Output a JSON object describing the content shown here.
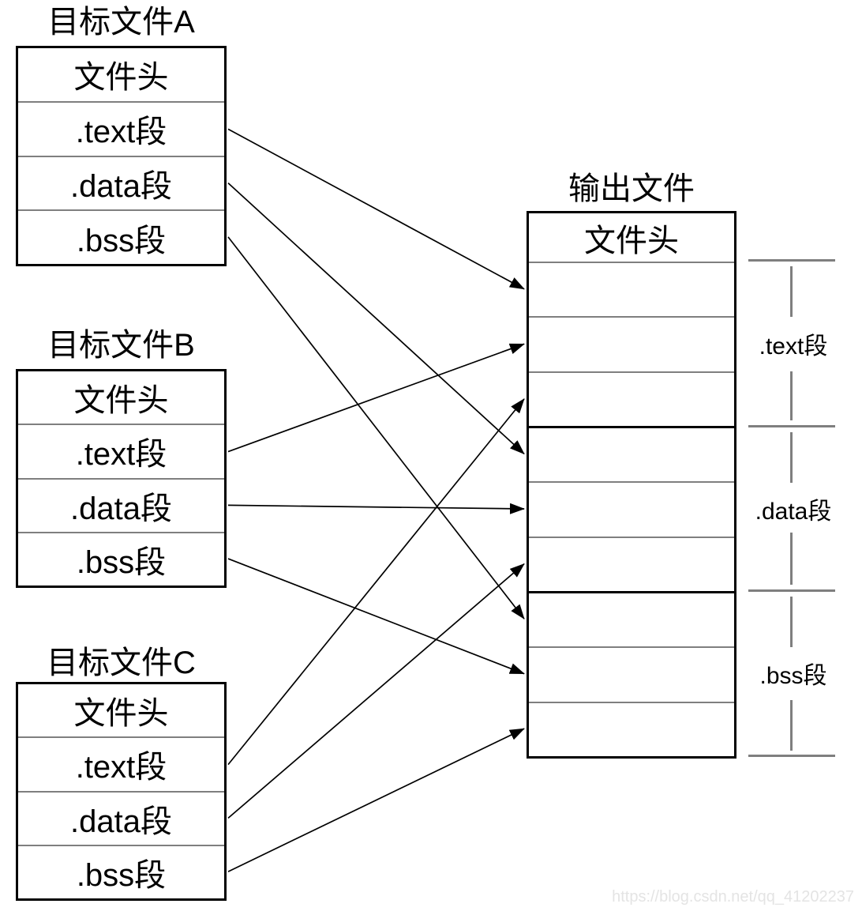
{
  "object_files": [
    {
      "title": "目标文件A",
      "header": "文件头",
      "sections": [
        ".text段",
        ".data段",
        ".bss段"
      ]
    },
    {
      "title": "目标文件B",
      "header": "文件头",
      "sections": [
        ".text段",
        ".data段",
        ".bss段"
      ]
    },
    {
      "title": "目标文件C",
      "header": "文件头",
      "sections": [
        ".text段",
        ".data段",
        ".bss段"
      ]
    }
  ],
  "output_file": {
    "title": "输出文件",
    "header": "文件头",
    "empty_row_count": 9,
    "group_row_breaks": [
      3,
      6
    ]
  },
  "segment_groups": [
    {
      "label": ".text段"
    },
    {
      "label": ".data段"
    },
    {
      "label": ".bss段"
    }
  ],
  "connections": [
    {
      "file": 0,
      "section": 0,
      "output_row": 0
    },
    {
      "file": 1,
      "section": 0,
      "output_row": 1
    },
    {
      "file": 2,
      "section": 0,
      "output_row": 2
    },
    {
      "file": 0,
      "section": 1,
      "output_row": 3
    },
    {
      "file": 1,
      "section": 1,
      "output_row": 4
    },
    {
      "file": 2,
      "section": 1,
      "output_row": 5
    },
    {
      "file": 0,
      "section": 2,
      "output_row": 6
    },
    {
      "file": 1,
      "section": 2,
      "output_row": 7
    },
    {
      "file": 2,
      "section": 2,
      "output_row": 8
    }
  ],
  "watermark": "https://blog.csdn.net/qq_41202237",
  "colors": {
    "line": "#000000",
    "separator": "#7f7f7f",
    "bracket": "#7f7f7f",
    "watermark": "#e4e4e4",
    "background": "#ffffff"
  }
}
